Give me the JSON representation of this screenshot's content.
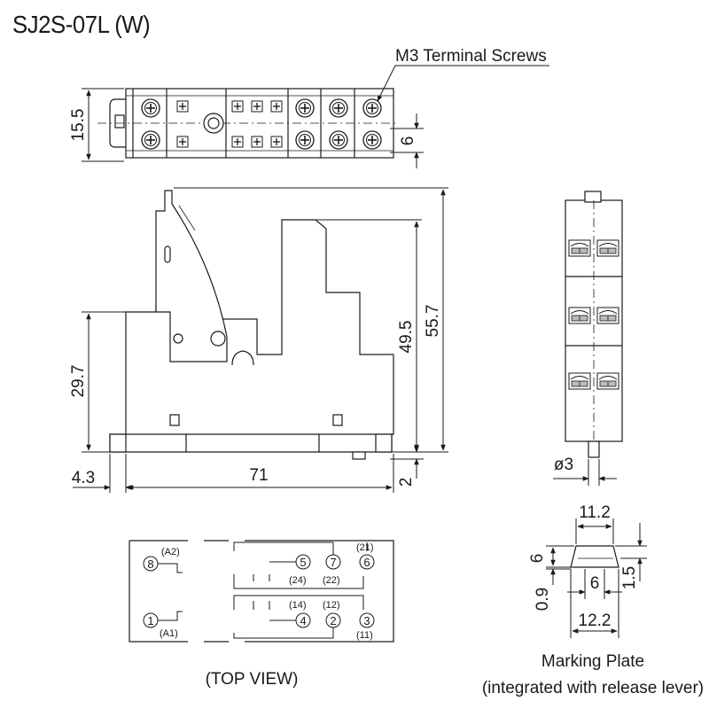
{
  "title": "SJ2S-07L (W)",
  "callouts": {
    "screws": "M3 Terminal Screws"
  },
  "dimensions": {
    "top_height": "15.5",
    "top_screw": "6",
    "side_height_total": "55.7",
    "side_height_inner": "49.5",
    "side_height_base": "29.7",
    "width": "71",
    "left_offset": "4.3",
    "bottom_offset": "2",
    "hole_dia": "ø3",
    "plate_width_top": "11.2",
    "plate_height": "6",
    "plate_step": "1.5",
    "plate_inner": "6",
    "plate_base": "0.9",
    "plate_width_bottom": "12.2"
  },
  "top_view": {
    "caption": "(TOP VIEW)",
    "pins": [
      {
        "num": "8",
        "label": "(A2)"
      },
      {
        "num": "1",
        "label": "(A1)"
      },
      {
        "num": "5",
        "label": "(24)"
      },
      {
        "num": "7",
        "label": "(22)"
      },
      {
        "num": "6",
        "label": "(21)"
      },
      {
        "num": "4",
        "label": "(14)"
      },
      {
        "num": "2",
        "label": "(12)"
      },
      {
        "num": "3",
        "label": "(11)"
      }
    ]
  },
  "marking_plate": {
    "caption_line1": "Marking Plate",
    "caption_line2": "(integrated with release lever)"
  }
}
